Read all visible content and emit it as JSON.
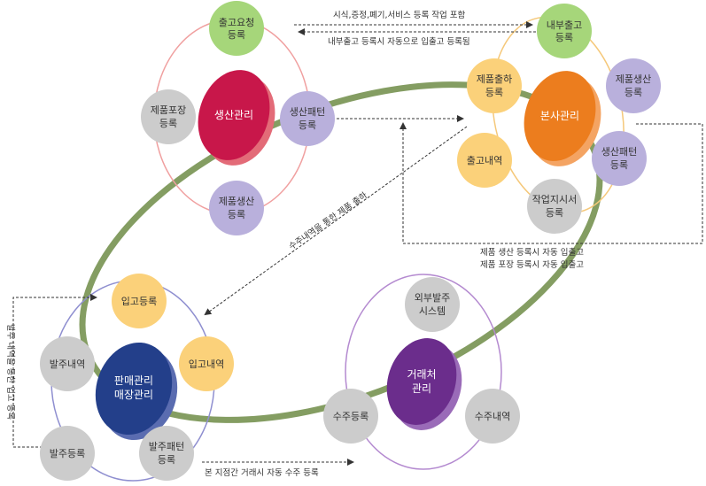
{
  "colors": {
    "ring": "#849d62",
    "pink_line": "#f0a0a0",
    "orange_line": "#f5c87a",
    "blue_line": "#8f8fd0",
    "purple_line": "#b48ad0",
    "green_node": "#a6d67a",
    "gray_node": "#cccccc",
    "lavender_node": "#b9b0dc",
    "yellow_node": "#fbd17a",
    "hub_red": "#c8174a",
    "hub_orange": "#ec7d1e",
    "hub_blue": "#233f8a",
    "hub_purple": "#6b2d8c"
  },
  "hubs": {
    "production": {
      "lines": [
        "생산관리"
      ]
    },
    "headquarters": {
      "lines": [
        "본사관리"
      ]
    },
    "sales": {
      "lines": [
        "판매관리",
        "매장관리"
      ]
    },
    "partner": {
      "lines": [
        "거래처",
        "관리"
      ]
    }
  },
  "nodes": {
    "shipment_request": [
      "출고요청",
      "등록"
    ],
    "product_packaging": [
      "제품포장",
      "등록"
    ],
    "production_pattern_a": [
      "생산패턴",
      "등록"
    ],
    "product_production_a": [
      "제품생산",
      "등록"
    ],
    "internal_shipment": [
      "내부출고",
      "등록"
    ],
    "product_shipping": [
      "제품출하",
      "등록"
    ],
    "product_production_b": [
      "제품생산",
      "등록"
    ],
    "shipment_history": [
      "출고내역"
    ],
    "production_pattern_b": [
      "생산패턴",
      "등록"
    ],
    "work_instruction": [
      "작업지시서",
      "등록"
    ],
    "receiving_registration": [
      "입고등록"
    ],
    "order_history_a": [
      "발주내역"
    ],
    "receiving_history": [
      "입고내역"
    ],
    "order_registration": [
      "발주등록"
    ],
    "order_pattern": [
      "발주패턴",
      "등록"
    ],
    "external_order_system": [
      "외부발주",
      "시스템"
    ],
    "sales_order_registration": [
      "수주등록"
    ],
    "sales_order_history": [
      "수주내역"
    ]
  },
  "notes": {
    "top_right_arrow": "시식,증정,폐기,서비스 등록 작업 포함",
    "top_left_arrow": "내부출고 등록시 자동으로 입출고 등록됨",
    "hq_auto_1": "제품 생산 등록시 자동 입출고",
    "hq_auto_2": "제품 포장 등록시 자동 입출고",
    "diagonal": "수주내역을 통한 제품 출하",
    "left_vertical": "발주 내역을 통한 입고 등록",
    "bottom": "본 지점간 거래시 자동 수주 등록"
  }
}
